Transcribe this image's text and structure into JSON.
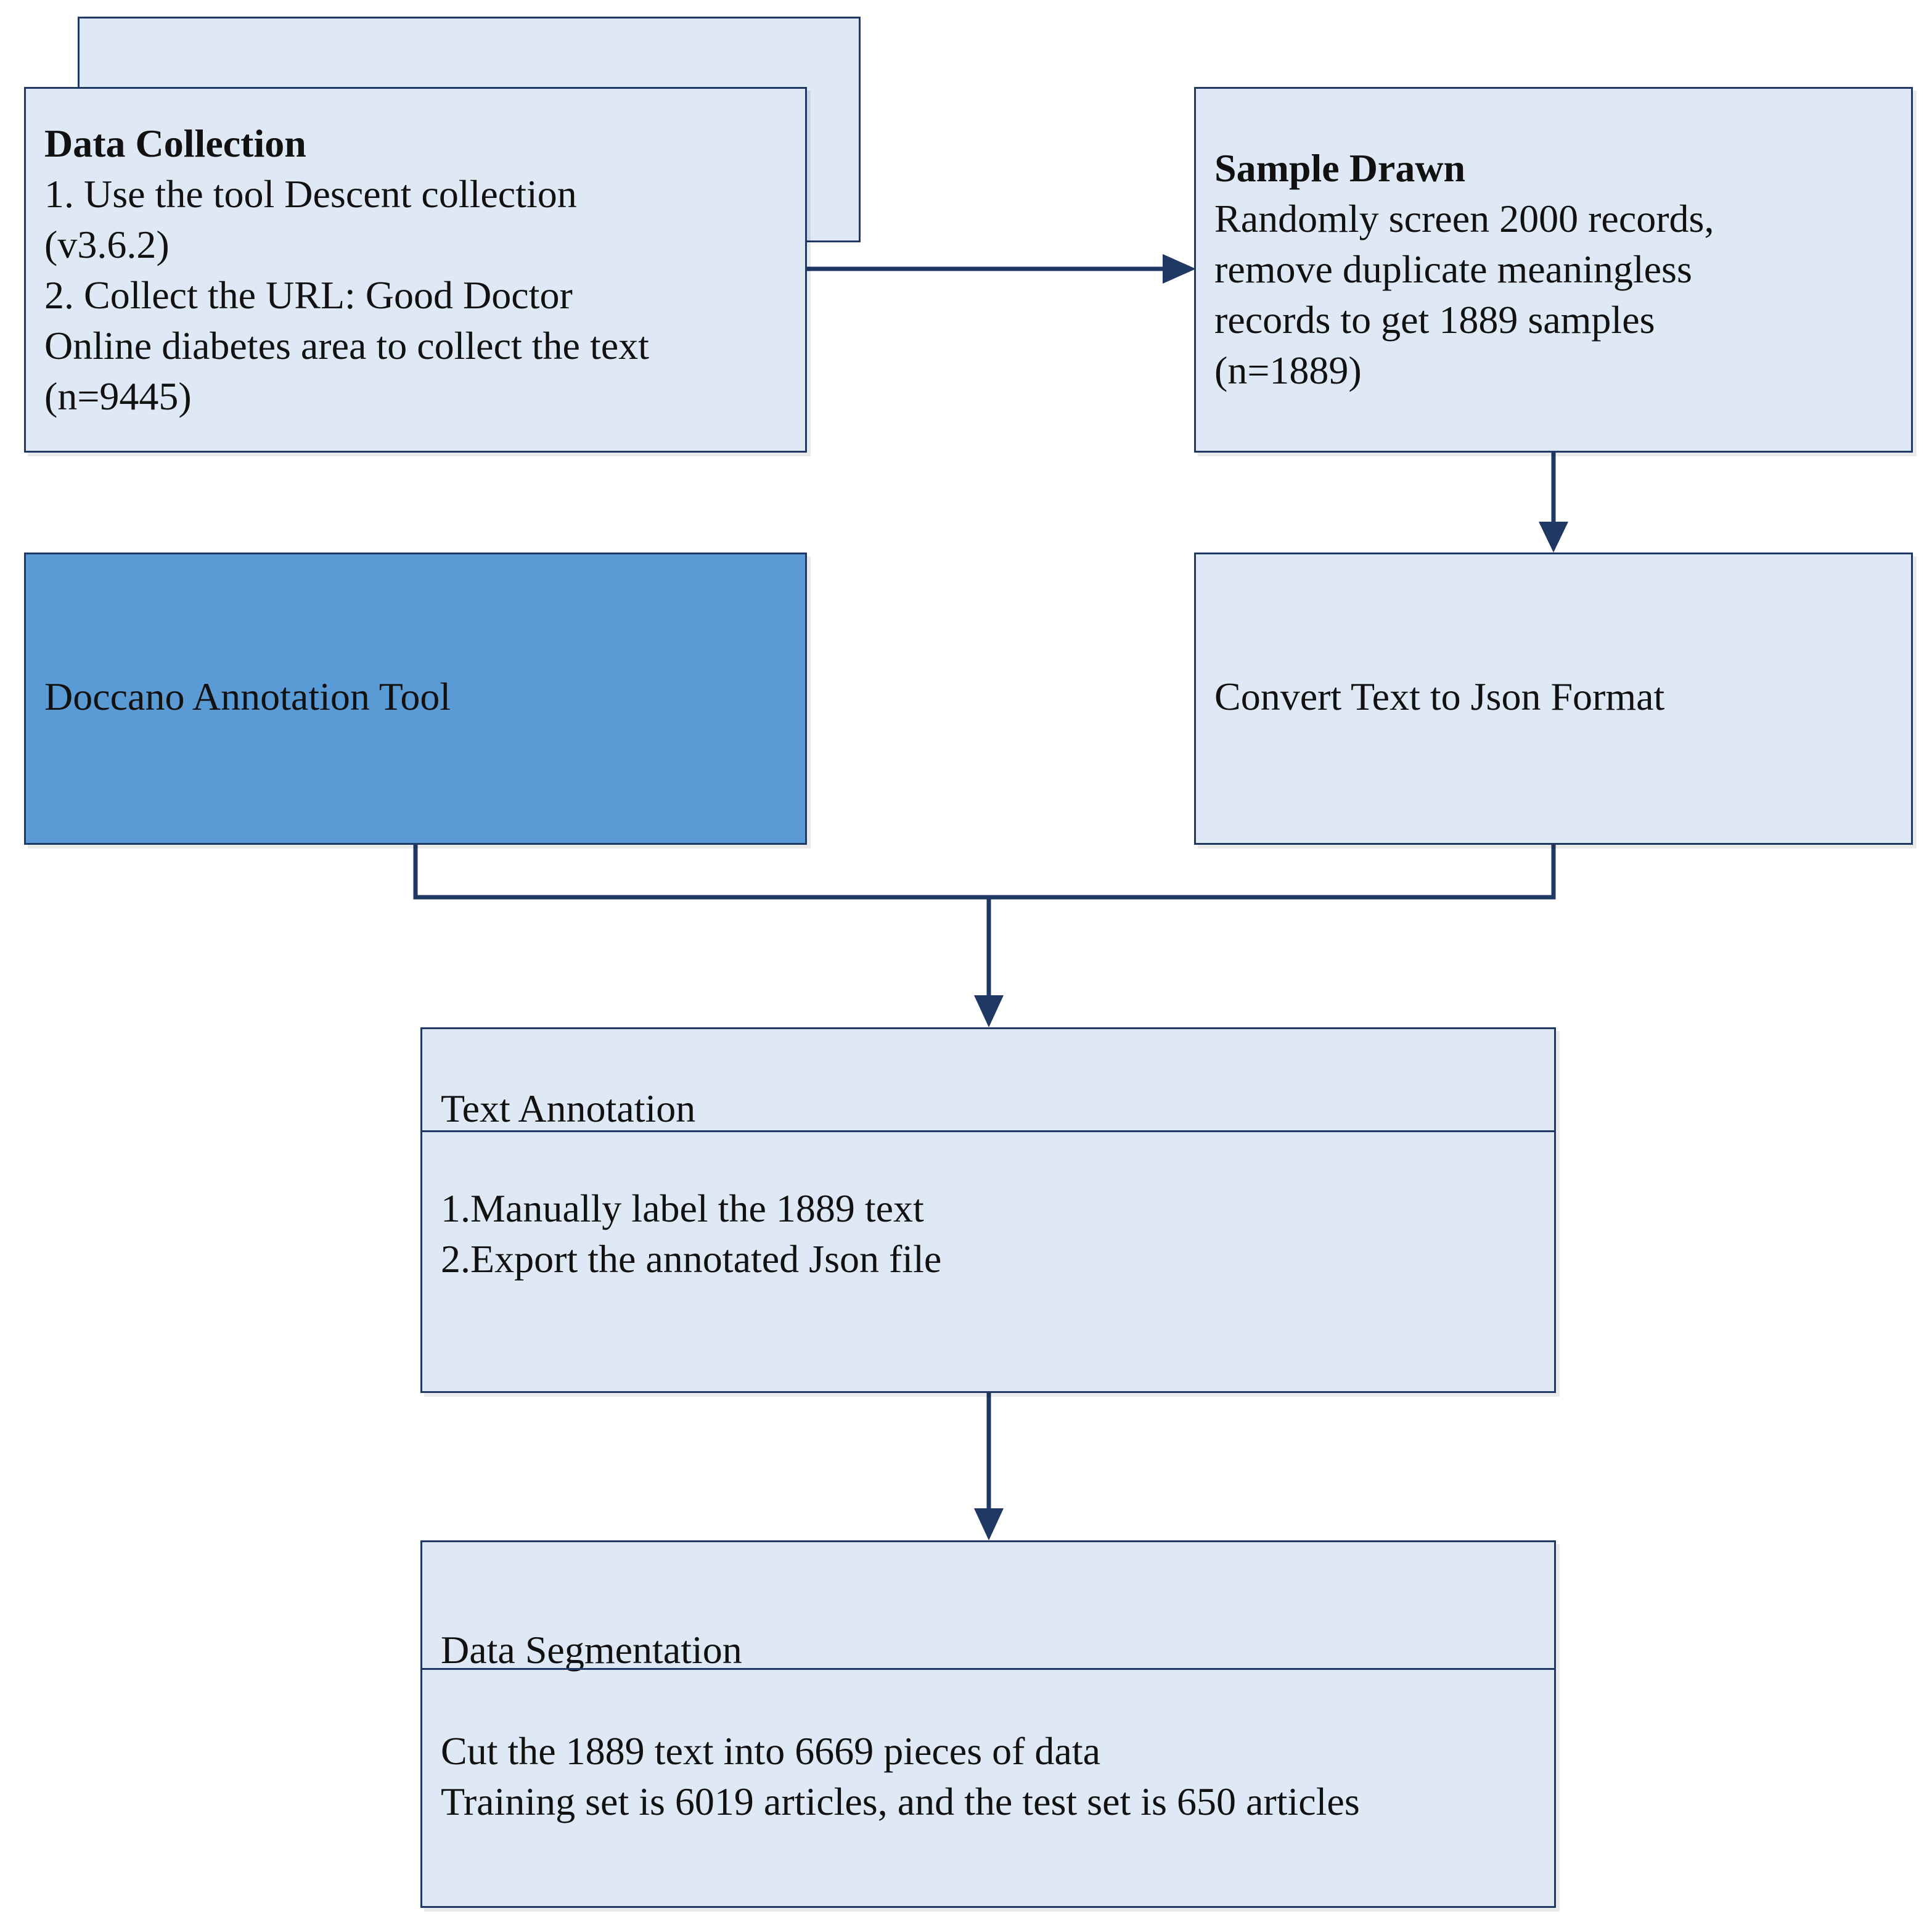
{
  "colors": {
    "box_fill": "#dfe9f5",
    "box_fill_dark": "#5b9bd5",
    "stroke": "#1f3864"
  },
  "data_collection": {
    "title": "Data Collection",
    "lines": [
      "1. Use the tool Descent collection",
      "(v3.6.2)",
      "2. Collect the URL: Good Doctor",
      "Online diabetes area to collect the text",
      "(n=9445)"
    ]
  },
  "sample_drawn": {
    "title": "Sample Drawn",
    "lines": [
      "Randomly screen 2000 records,",
      "remove duplicate meaningless",
      "records to get 1889 samples",
      "(n=1889)"
    ]
  },
  "doccano": {
    "label": "Doccano Annotation Tool"
  },
  "convert": {
    "label": "Convert Text to Json Format"
  },
  "text_annotation": {
    "title": "Text Annotation",
    "lines": [
      "1.Manually label the 1889 text",
      "2.Export the annotated Json file"
    ]
  },
  "data_segmentation": {
    "title": "Data Segmentation",
    "lines": [
      "Cut the 1889 text into 6669 pieces of data",
      "Training set is 6019 articles, and the test set is 650 articles"
    ]
  }
}
